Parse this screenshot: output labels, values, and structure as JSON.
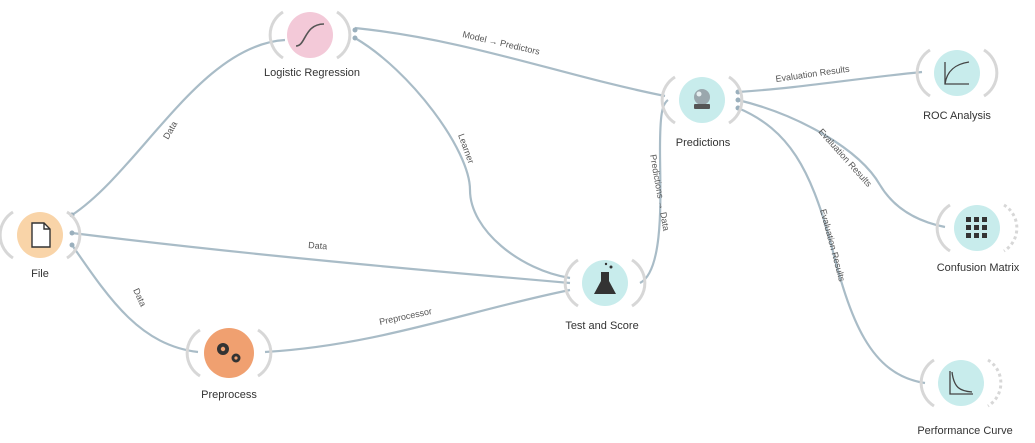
{
  "nodes": {
    "file": {
      "label": "File",
      "icon": "document-icon",
      "color": "#f9d4a8"
    },
    "logistic_regression": {
      "label": "Logistic Regression",
      "icon": "sigmoid-curve-icon",
      "color": "#f3c9d8"
    },
    "preprocess": {
      "label": "Preprocess",
      "icon": "gears-icon",
      "color": "#f0a070"
    },
    "test_and_score": {
      "label": "Test and Score",
      "icon": "flask-icon",
      "color": "#c8ecec"
    },
    "predictions": {
      "label": "Predictions",
      "icon": "crystal-ball-icon",
      "color": "#c8ecec"
    },
    "roc_analysis": {
      "label": "ROC Analysis",
      "icon": "roc-curve-icon",
      "color": "#c8ecec"
    },
    "confusion_matrix": {
      "label": "Confusion Matrix",
      "icon": "matrix-grid-icon",
      "color": "#c8ecec"
    },
    "performance_curve": {
      "label": "Performance Curve",
      "icon": "decay-curve-icon",
      "color": "#c8ecec"
    }
  },
  "links": {
    "file_to_lr": "Data",
    "file_to_test": "Data",
    "file_to_preprocess": "Data",
    "lr_to_test": "Learner",
    "lr_to_predictions": "Model → Predictors",
    "preprocess_to_test": "Preprocessor",
    "test_to_predictions": "Predictions → Data",
    "predictions_to_roc": "Evaluation Results",
    "predictions_to_confusion": "Evaluation Results",
    "predictions_to_performance": "Evaluation Results"
  }
}
